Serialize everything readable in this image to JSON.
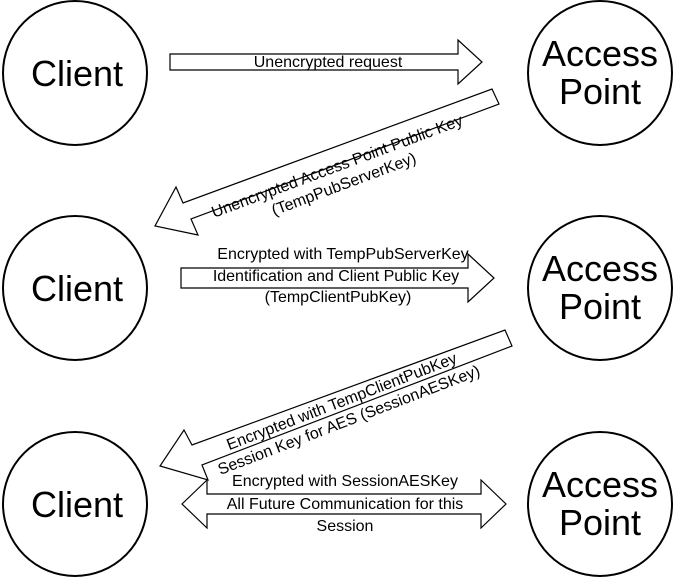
{
  "diagram": {
    "row1": {
      "client_label": "Client",
      "ap_line1": "Access",
      "ap_line2": "Point",
      "arrow_text": "Unencrypted request"
    },
    "diag1": {
      "line1": "Unencrypted Access Point Public Key",
      "line2": "(TempPubServerKey)"
    },
    "row2": {
      "client_label": "Client",
      "ap_line1": "Access",
      "ap_line2": "Point",
      "arrow_line1": "Encrypted with TempPubServerKey",
      "arrow_line2": "Identification and Client Public Key",
      "arrow_line3": "(TempClientPubKey)"
    },
    "diag2": {
      "line1": "Encrypted with TempClientPubKey",
      "line2": "Session Key for AES (SessionAESKey)"
    },
    "row3": {
      "client_label": "Client",
      "ap_line1": "Access",
      "ap_line2": "Point",
      "arrow_line1": "Encrypted with SessionAESKey",
      "arrow_line2": "All Future Communication for this",
      "arrow_line3": "Session"
    }
  }
}
